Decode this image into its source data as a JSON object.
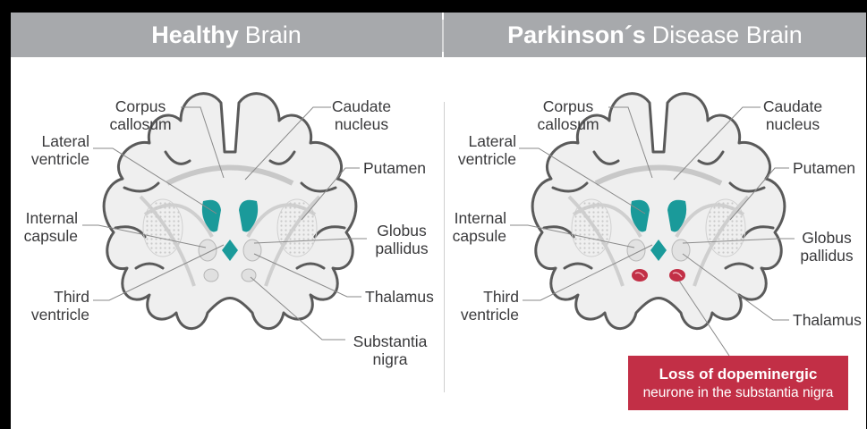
{
  "panels": {
    "left": {
      "title_bold": "Healthy",
      "title_light": "Brain",
      "labels": {
        "corpus_1": "Corpus",
        "corpus_2": "callosum",
        "lateral_1": "Lateral",
        "lateral_2": "ventricle",
        "internal_1": "Internal",
        "internal_2": "capsule",
        "third_1": "Third",
        "third_2": "ventricle",
        "caudate_1": "Caudate",
        "caudate_2": "nucleus",
        "putamen": "Putamen",
        "globus_1": "Globus",
        "globus_2": "pallidus",
        "thalamus": "Thalamus",
        "substantia_1": "Substantia",
        "substantia_2": "nigra"
      }
    },
    "right": {
      "title_bold": "Parkinson´s",
      "title_light": "Disease Brain",
      "labels": {
        "corpus_1": "Corpus",
        "corpus_2": "callosum",
        "lateral_1": "Lateral",
        "lateral_2": "ventricle",
        "internal_1": "Internal",
        "internal_2": "capsule",
        "third_1": "Third",
        "third_2": "ventricle",
        "caudate_1": "Caudate",
        "caudate_2": "nucleus",
        "putamen": "Putamen",
        "globus_1": "Globus",
        "globus_2": "pallidus",
        "thalamus": "Thalamus"
      }
    }
  },
  "callout": {
    "title": "Loss of dopeminergic",
    "subtitle": "neurone in the substantia nigra"
  },
  "colors": {
    "header": "#a7a9ac",
    "ventricle": "#1a9a9a",
    "substantia_nigra_loss": "#c22f46",
    "brain_fill": "#efefef",
    "brain_outline": "#5a5a5a"
  }
}
